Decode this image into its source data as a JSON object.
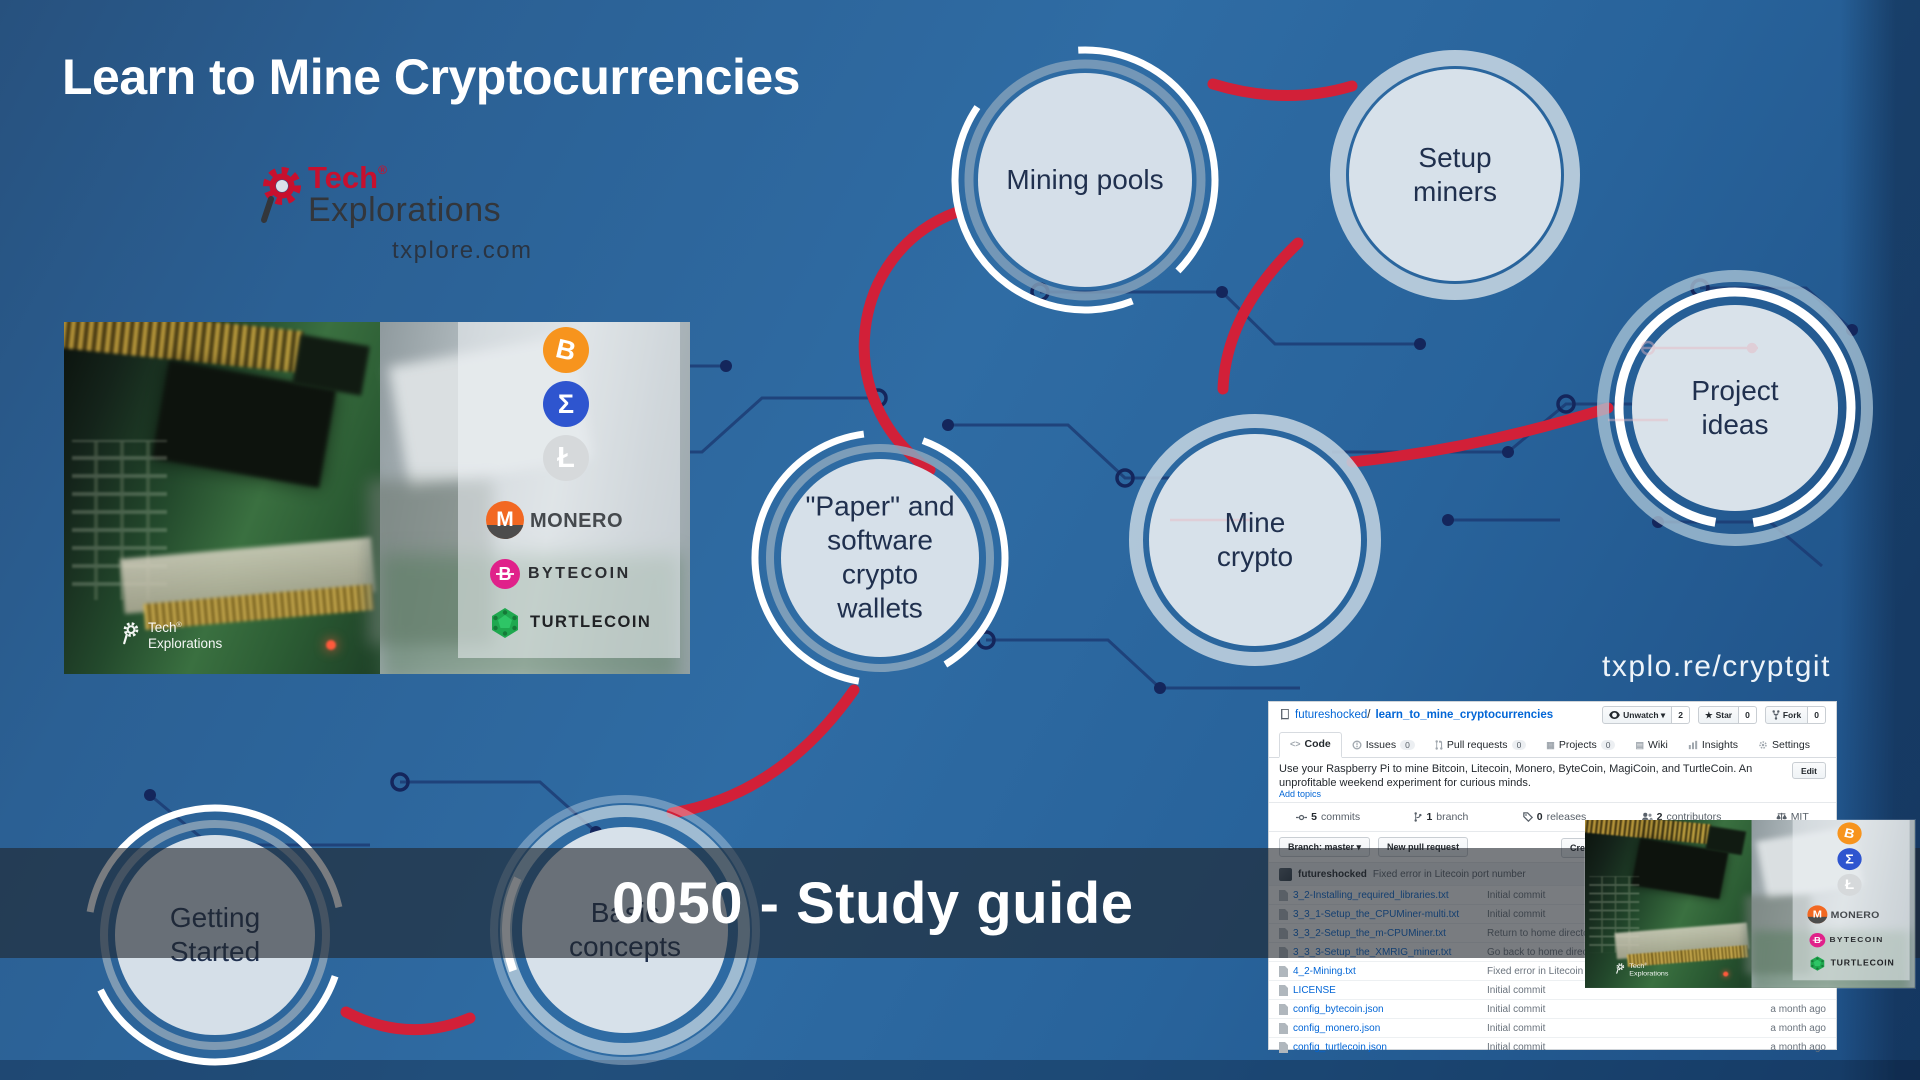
{
  "title": "Learn to Mine Cryptocurrencies",
  "logo": {
    "brand_top": "Tech",
    "reg": "®",
    "brand_bottom": "Explorations",
    "site": "txplore.com"
  },
  "shortlink": "txplo.re/cryptgit",
  "banner": {
    "text": "0050 - Study guide"
  },
  "nodes": {
    "mining_pools": "Mining pools",
    "setup_miners": "Setup\nminers",
    "project_ideas": "Project\nideas",
    "paper_wallets": "\"Paper\" and\nsoftware\ncrypto\nwallets",
    "mine_crypto": "Mine\ncrypto",
    "getting_started": "Getting\nStarted",
    "basic_concepts": "Basic\nconcepts"
  },
  "coins": {
    "bitcoin": {
      "symbol": "B"
    },
    "sigma": {
      "symbol": "Σ"
    },
    "litecoin": {
      "symbol": "Ł"
    },
    "monero": {
      "symbol": "M",
      "label": "MONERO"
    },
    "bytecoin": {
      "symbol": "B",
      "label": "BYTECOIN"
    },
    "turtlecoin": {
      "label": "TURTLECOIN"
    }
  },
  "watermark": {
    "line1": "Tech",
    "reg": "®",
    "line2": "Explorations"
  },
  "github": {
    "owner": "futureshocked",
    "separator": " / ",
    "repo": "learn_to_mine_cryptocurrencies",
    "actions": {
      "unwatch": {
        "label": "Unwatch ▾",
        "count": "2"
      },
      "star": {
        "label": "Star",
        "count": "0"
      },
      "fork": {
        "label": "Fork",
        "count": "0"
      }
    },
    "tabs": {
      "code": {
        "label": "Code"
      },
      "issues": {
        "label": "Issues",
        "count": "0"
      },
      "pulls": {
        "label": "Pull requests",
        "count": "0"
      },
      "projects": {
        "label": "Projects",
        "count": "0"
      },
      "wiki": {
        "label": "Wiki"
      },
      "insights": {
        "label": "Insights"
      },
      "settings": {
        "label": "Settings"
      }
    },
    "description": "Use your Raspberry Pi to mine Bitcoin, Litecoin, Monero, ByteCoin, MagiCoin, and TurtleCoin. An unprofitable weekend experiment for curious minds.",
    "edit_label": "Edit",
    "add_topics": "Add topics",
    "stats": {
      "commits": {
        "value": "5",
        "label": "commits"
      },
      "branches": {
        "value": "1",
        "label": "branch"
      },
      "releases": {
        "value": "0",
        "label": "releases"
      },
      "contributors": {
        "value": "2",
        "label": "contributors"
      },
      "license": {
        "label": "MIT"
      }
    },
    "branch_button": "Branch: master ▾",
    "new_pr_button": "New pull request",
    "create_button": "Create new file",
    "latest_commit": {
      "author": "futureshocked",
      "message": "Fixed error in Litecoin port number"
    },
    "files": [
      {
        "name": "3_2-Installing_required_libraries.txt",
        "commit": "Initial commit",
        "age": ""
      },
      {
        "name": "3_3_1-Setup_the_CPUMiner-multi.txt",
        "commit": "Initial commit",
        "age": ""
      },
      {
        "name": "3_3_2-Setup_the_m-CPUMiner.txt",
        "commit": "Return to home directory",
        "age": ""
      },
      {
        "name": "3_3_3-Setup_the_XMRIG_miner.txt",
        "commit": "Go back to home directory",
        "age": ""
      },
      {
        "name": "4_2-Mining.txt",
        "commit": "Fixed error in Litecoin port number",
        "age": ""
      },
      {
        "name": "LICENSE",
        "commit": "Initial commit",
        "age": ""
      },
      {
        "name": "config_bytecoin.json",
        "commit": "Initial commit",
        "age": "a month ago"
      },
      {
        "name": "config_monero.json",
        "commit": "Initial commit",
        "age": "a month ago"
      },
      {
        "name": "config_turtlecoin.json",
        "commit": "Initial commit",
        "age": "a month ago"
      }
    ]
  },
  "colors": {
    "background_blue": "#2b649c",
    "accent_red": "#d22038",
    "circle_fill": "#d6e0e9",
    "banner_overlay": "#21242b",
    "github_link_blue": "#0366d6",
    "logo_red": "#c8102e",
    "bitcoin_orange": "#f7941d",
    "sigma_blue": "#2e55cf",
    "litecoin_gray": "#d6d9db",
    "monero_orange": "#f26822",
    "bytecoin_pink": "#e0218a",
    "turtlecoin_green": "#1fa84f"
  }
}
